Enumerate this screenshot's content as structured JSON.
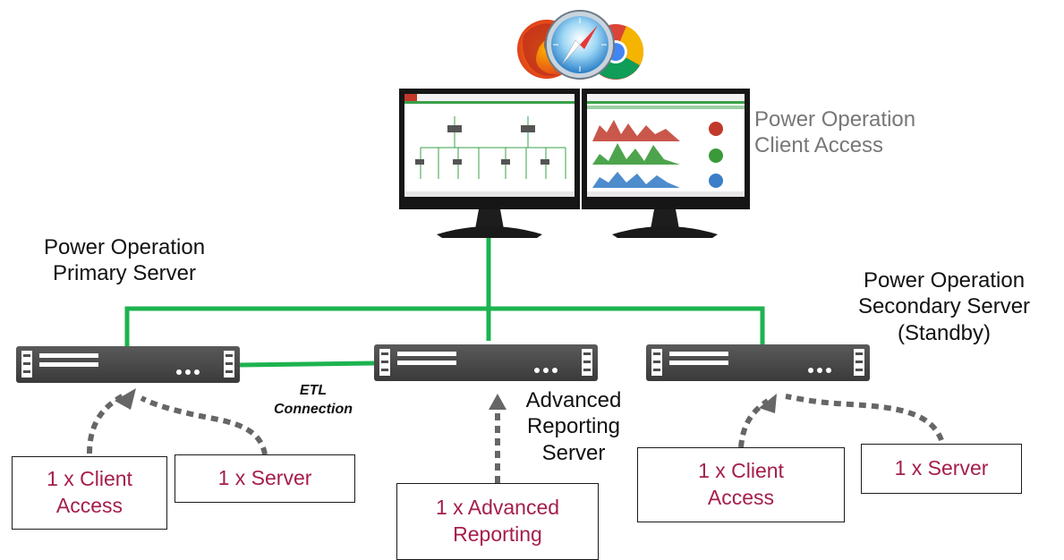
{
  "labels": {
    "client_access": "Power Operation\nClient Access",
    "primary_server": "Power Operation\nPrimary Server",
    "secondary_server": "Power Operation\nSecondary Server\n(Standby)",
    "etl_connection": "ETL\nConnection",
    "advanced_reporting_server": "Advanced\nReporting\nServer"
  },
  "boxes": {
    "primary_client_access": "1 x Client\nAccess",
    "primary_server": "1 x Server",
    "advanced_reporting": "1 x Advanced\nReporting",
    "secondary_client_access": "1 x Client\nAccess",
    "secondary_server": "1 x Server"
  },
  "icons": [
    "firefox-icon",
    "safari-icon",
    "chrome-icon",
    "monitor-icon",
    "server-rack-icon"
  ],
  "colors": {
    "network_line": "#1db34f",
    "box_text": "#a51e4a",
    "server_body": "#4d4d4d",
    "arrow": "#666666"
  }
}
